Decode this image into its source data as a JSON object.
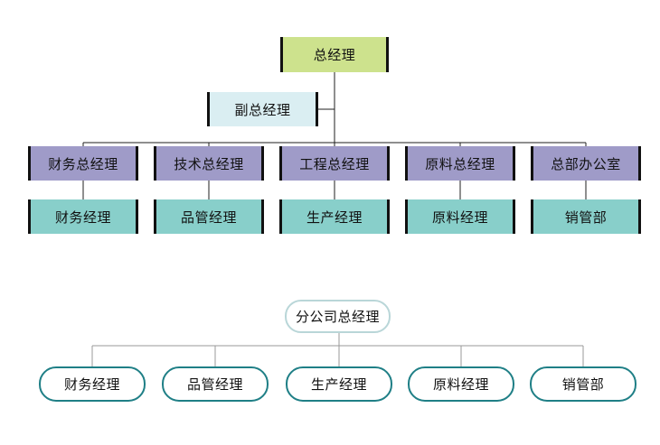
{
  "colors": {
    "ceo": "#cde28d",
    "vice": "#daeef2",
    "directors": "#9f9bc8",
    "departments": "#88cfca",
    "line": "#1f1f1f",
    "branch_line": "#999999",
    "pill_border": "#1f7f86"
  },
  "top_chart": {
    "ceo": "总经理",
    "vice": "副总经理",
    "directors": [
      "财务总经理",
      "技术总经理",
      "工程总经理",
      "原料总经理",
      "总部办公室"
    ],
    "departments": [
      "财务经理",
      "品管经理",
      "生产经理",
      "原料经理",
      "销管部"
    ]
  },
  "branch_chart": {
    "head": "分公司总经理",
    "departments": [
      "财务经理",
      "品管经理",
      "生产经理",
      "原料经理",
      "销管部"
    ]
  }
}
